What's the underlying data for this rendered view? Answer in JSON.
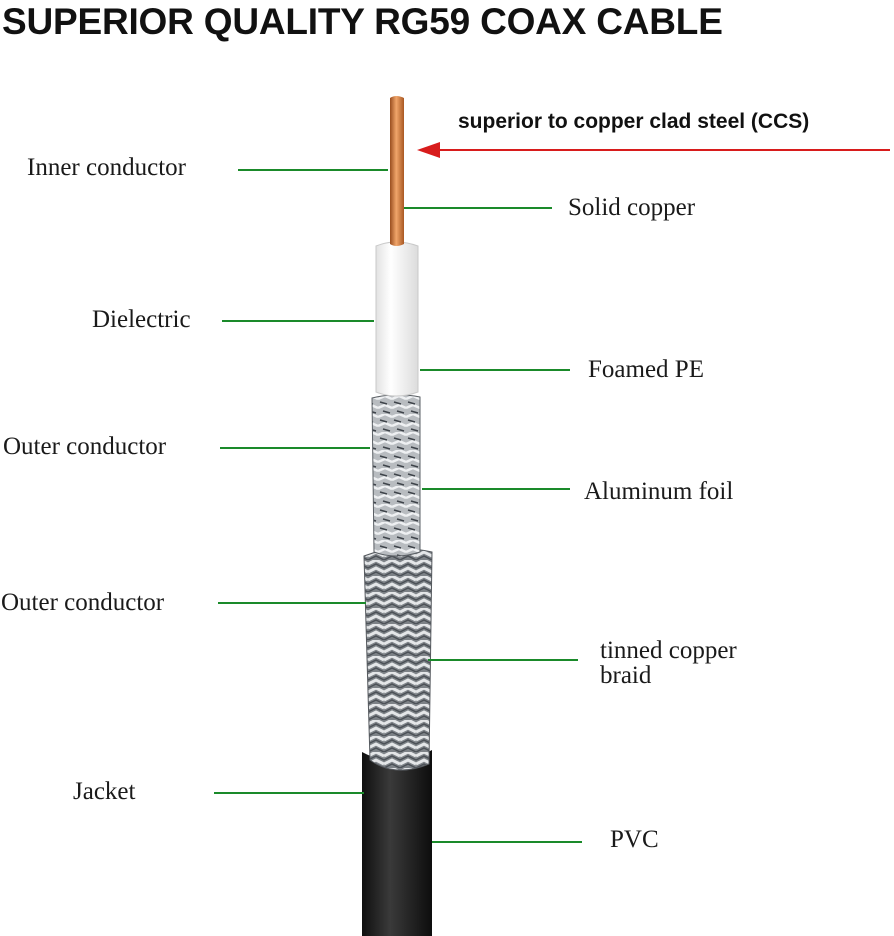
{
  "title": "SUPERIOR QUALITY RG59 COAX CABLE",
  "callout": "superior to copper clad steel (CCS)",
  "colors": {
    "leader_line": "#1a8a2a",
    "arrow": "#d81c1c",
    "copper": "#c8743a",
    "dielectric": "#f4f4f4",
    "foil": "#9aa0a6",
    "braid": "#8e9398",
    "jacket": "#1b1b1b"
  },
  "labels": {
    "left": {
      "inner_conductor": "Inner conductor",
      "dielectric": "Dielectric",
      "outer_conductor_foil": "Outer conductor",
      "outer_conductor_braid": "Outer conductor",
      "jacket": "Jacket"
    },
    "right": {
      "solid_copper": "Solid copper",
      "foamed_pe": "Foamed PE",
      "aluminum_foil": "Aluminum foil",
      "tinned_copper_braid_line1": "tinned copper",
      "tinned_copper_braid_line2": "braid",
      "pvc": "PVC"
    }
  }
}
